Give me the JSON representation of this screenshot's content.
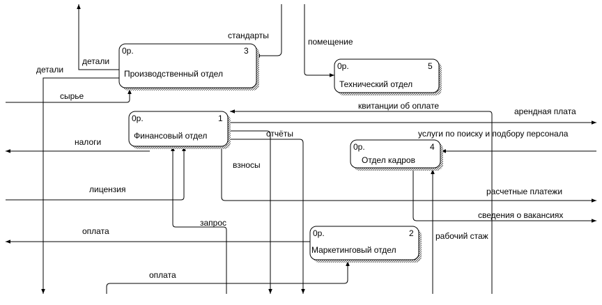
{
  "boxes": [
    {
      "id": "box-3",
      "cost": "0р.",
      "number": "3",
      "title": "Производственный отдел"
    },
    {
      "id": "box-5",
      "cost": "0р.",
      "number": "5",
      "title": "Технический отдел"
    },
    {
      "id": "box-1",
      "cost": "0р.",
      "number": "1",
      "title": "Финансовый отдел"
    },
    {
      "id": "box-4",
      "cost": "0р.",
      "number": "4",
      "title": "Отдел кадров"
    },
    {
      "id": "box-2",
      "cost": "0р.",
      "number": "2",
      "title": "Маркетинговый отдел"
    }
  ],
  "labels": {
    "standards": "стандарты",
    "premises": "помещение",
    "details_inner": "детали",
    "details_outer": "детали",
    "raw_materials": "сырье",
    "payment_receipts": "квитанции об оплате",
    "rent": "арендная плата",
    "recruitment_services": "услуги по поиску и подбору персонала",
    "taxes": "налоги",
    "reports": "отчёты",
    "contributions": "взносы",
    "license": "лицензия",
    "settlement_payments": "расчетные платежи",
    "vacancy_info": "сведения о вакансиях",
    "request": "запрос",
    "payment_left": "оплата",
    "work_experience": "рабочий стаж",
    "payment_bottom": "оплата"
  }
}
